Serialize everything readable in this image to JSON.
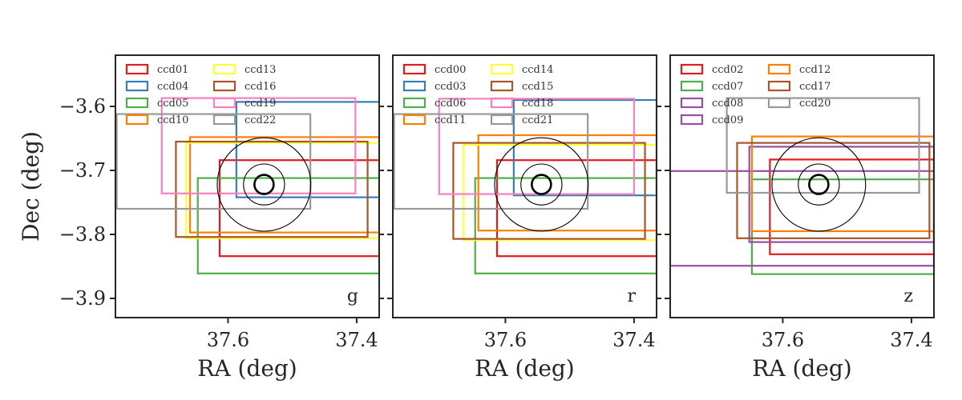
{
  "chart_data": [
    {
      "type": "scatter",
      "xlabel": "RA (deg)",
      "ylabel": "Dec (deg)",
      "xlim": [
        37.775,
        37.365
      ],
      "ylim": [
        -3.93,
        -3.52
      ],
      "xticks": [
        37.6,
        37.4
      ],
      "yticks": [
        -3.6,
        -3.7,
        -3.8,
        -3.9
      ],
      "x_tick_labels": [
        "37.6",
        "37.4"
      ],
      "y_tick_labels": [
        "−3.6",
        "−3.7",
        "−3.8",
        "−3.9"
      ],
      "band": "g",
      "legend": {
        "placement": "top-left",
        "columns": 2
      },
      "circles": {
        "center": [
          37.544,
          -3.722
        ],
        "radii_deg": [
          0.015,
          0.032,
          0.073
        ]
      },
      "series": [
        {
          "name": "ccd01",
          "color": "#e41a1c",
          "ra": [
            37.613,
            37.365
          ],
          "dec": [
            -3.684,
            -3.834
          ]
        },
        {
          "name": "ccd04",
          "color": "#377eb8",
          "ra": [
            37.587,
            37.365
          ],
          "dec": [
            -3.593,
            -3.742
          ]
        },
        {
          "name": "ccd05",
          "color": "#4daf4a",
          "ra": [
            37.647,
            37.365
          ],
          "dec": [
            -3.712,
            -3.861
          ]
        },
        {
          "name": "ccd10",
          "color": "#ff7f00",
          "ra": [
            37.659,
            37.365
          ],
          "dec": [
            -3.648,
            -3.797
          ]
        },
        {
          "name": "ccd13",
          "color": "#ffff33",
          "ra": [
            37.665,
            37.365
          ],
          "dec": [
            -3.657,
            -3.806
          ]
        },
        {
          "name": "ccd16",
          "color": "#a65628",
          "ra": [
            37.681,
            37.383
          ],
          "dec": [
            -3.655,
            -3.804
          ]
        },
        {
          "name": "ccd19",
          "color": "#f781bf",
          "ra": [
            37.703,
            37.402
          ],
          "dec": [
            -3.587,
            -3.736
          ]
        },
        {
          "name": "ccd22",
          "color": "#999999",
          "ra": [
            37.773,
            37.472
          ],
          "dec": [
            -3.612,
            -3.76
          ]
        }
      ]
    },
    {
      "type": "scatter",
      "xlabel": "RA (deg)",
      "ylabel": "",
      "xlim": [
        37.775,
        37.365
      ],
      "ylim": [
        -3.93,
        -3.52
      ],
      "xticks": [
        37.6,
        37.4
      ],
      "yticks": [
        -3.6,
        -3.7,
        -3.8,
        -3.9
      ],
      "x_tick_labels": [
        "37.6",
        "37.4"
      ],
      "y_tick_labels": [],
      "band": "r",
      "legend": {
        "placement": "top-left",
        "columns": 2
      },
      "circles": {
        "center": [
          37.544,
          -3.722
        ],
        "radii_deg": [
          0.015,
          0.032,
          0.073
        ]
      },
      "series": [
        {
          "name": "ccd00",
          "color": "#e41a1c",
          "ra": [
            37.613,
            37.365
          ],
          "dec": [
            -3.684,
            -3.834
          ]
        },
        {
          "name": "ccd03",
          "color": "#377eb8",
          "ra": [
            37.587,
            37.365
          ],
          "dec": [
            -3.59,
            -3.739
          ]
        },
        {
          "name": "ccd06",
          "color": "#4daf4a",
          "ra": [
            37.647,
            37.365
          ],
          "dec": [
            -3.712,
            -3.861
          ]
        },
        {
          "name": "ccd11",
          "color": "#ff7f00",
          "ra": [
            37.642,
            37.365
          ],
          "dec": [
            -3.645,
            -3.794
          ]
        },
        {
          "name": "ccd14",
          "color": "#ffff33",
          "ra": [
            37.665,
            37.365
          ],
          "dec": [
            -3.66,
            -3.809
          ]
        },
        {
          "name": "ccd15",
          "color": "#a65628",
          "ra": [
            37.681,
            37.383
          ],
          "dec": [
            -3.657,
            -3.807
          ]
        },
        {
          "name": "ccd18",
          "color": "#f781bf",
          "ra": [
            37.703,
            37.4
          ],
          "dec": [
            -3.588,
            -3.737
          ]
        },
        {
          "name": "ccd21",
          "color": "#999999",
          "ra": [
            37.773,
            37.472
          ],
          "dec": [
            -3.612,
            -3.76
          ]
        }
      ]
    },
    {
      "type": "scatter",
      "xlabel": "RA (deg)",
      "ylabel": "",
      "xlim": [
        37.775,
        37.365
      ],
      "ylim": [
        -3.93,
        -3.52
      ],
      "xticks": [
        37.6,
        37.4
      ],
      "yticks": [
        -3.6,
        -3.7,
        -3.8,
        -3.9
      ],
      "x_tick_labels": [
        "37.6",
        "37.4"
      ],
      "y_tick_labels": [],
      "band": "z",
      "legend": {
        "placement": "top-left",
        "columns": 2
      },
      "circles": {
        "center": [
          37.544,
          -3.722
        ],
        "radii_deg": [
          0.015,
          0.032,
          0.073
        ]
      },
      "series": [
        {
          "name": "ccd02",
          "color": "#e41a1c",
          "ra": [
            37.62,
            37.365
          ],
          "dec": [
            -3.683,
            -3.831
          ]
        },
        {
          "name": "ccd07",
          "color": "#4daf4a",
          "ra": [
            37.648,
            37.365
          ],
          "dec": [
            -3.714,
            -3.862
          ]
        },
        {
          "name": "ccd08",
          "color": "#984ea3",
          "ra": [
            37.775,
            37.365
          ],
          "dec": [
            -3.701,
            -3.849
          ]
        },
        {
          "name": "ccd09",
          "color": "#984ea3",
          "ra": [
            37.652,
            37.365
          ],
          "dec": [
            -3.663,
            -3.812
          ]
        },
        {
          "name": "ccd12",
          "color": "#ff7f00",
          "ra": [
            37.648,
            37.365
          ],
          "dec": [
            -3.647,
            -3.795
          ]
        },
        {
          "name": "ccd17",
          "color": "#a65628",
          "ra": [
            37.671,
            37.372
          ],
          "dec": [
            -3.657,
            -3.806
          ]
        },
        {
          "name": "ccd20",
          "color": "#999999",
          "ra": [
            37.687,
            37.388
          ],
          "dec": [
            -3.587,
            -3.735
          ]
        }
      ]
    }
  ]
}
